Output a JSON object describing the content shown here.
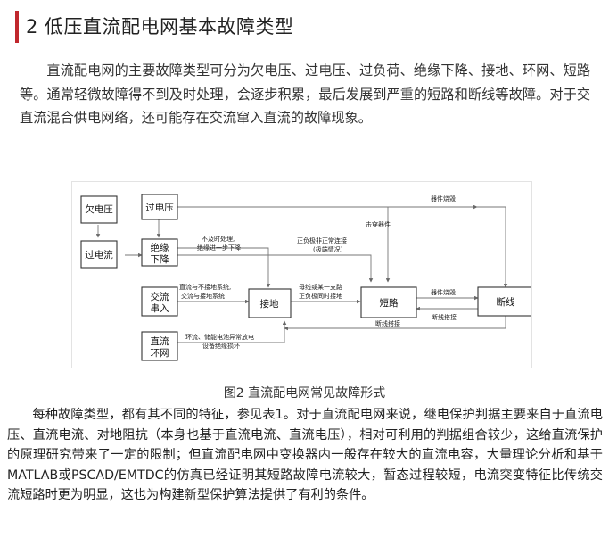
{
  "section": {
    "title": "2  低压直流配电网基本故障类型"
  },
  "intro_paragraph": "直流配电网的主要故障类型可分为欠电压、过电压、过负荷、绝缘下降、接地、环网、短路等。通常轻微故障得不到及时处理，会逐步积累，最后发展到严重的短路和断线等故障。对于交直流混合供电网络，还可能存在交流窜入直流的故障现象。",
  "figure": {
    "caption": "图2 直流配电网常见故障形式",
    "boxes": {
      "undervoltage": "欠电压",
      "overcurrent": "过电流",
      "overvoltage": "过电压",
      "insulation_1": "绝缘",
      "insulation_2": "下降",
      "ac_intrusion_1": "交流",
      "ac_intrusion_2": "串入",
      "dc_loop_1": "直流",
      "dc_loop_2": "环网",
      "grounding": "接地",
      "short_circuit": "短路",
      "open_circuit": "断线"
    },
    "annotations": {
      "device_burnout": "器件烧毁",
      "breakdown_device": "击穿器件",
      "not_handled_1": "不及时处理,",
      "not_handled_2": "绝缘进一步下降",
      "pos_neg_1": "正负极非正常连接",
      "pos_neg_2": "(极端情况)",
      "ac_ground_1": "直流与不接地系统,",
      "ac_ground_2": "交流与接地系统",
      "bus_1": "母线或某一支路",
      "bus_2": "正负极同时接地",
      "device_burn2": "器件烧毁",
      "disconnect_overlap": "断线搭接",
      "loop_1": "环流、储能电池异常放电",
      "loop_2": "设备绝缘损坏",
      "disconnect_overlap2": "断线搭接"
    }
  },
  "body_paragraph": "每种故障类型，都有其不同的特征，参见表1。对于直流配电网来说，继电保护判据主要来自于直流电压、直流电流、对地阻抗（本身也基于直流电流、直流电压），相对可利用的判据组合较少，这给直流保护的原理研究带来了一定的限制；但直流配电网中变换器内一般存在较大的直流电容，大量理论分析和基于MATLAB或PSCAD/EMTDC的仿真已经证明其短路故障电流较大，暂态过程较短，电流突变特征比传统交流短路时更为明显，这也为构建新型保护算法提供了有利的条件。"
}
